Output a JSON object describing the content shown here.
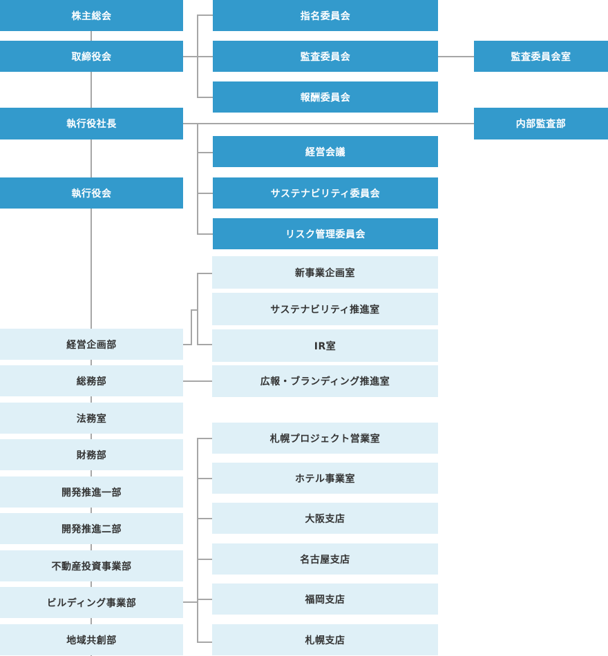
{
  "governance": {
    "shareholders_meeting": "株主総会",
    "board_of_directors": "取締役会",
    "president": "執行役社長",
    "executive_officers": "執行役会"
  },
  "committees": {
    "nomination": "指名委員会",
    "audit": "監査委員会",
    "compensation": "報酬委員会",
    "audit_office": "監査委員会室",
    "internal_audit": "内部監査部"
  },
  "executive_bodies": {
    "management_meeting": "経営会議",
    "sustainability_committee": "サステナビリティ委員会",
    "risk_committee": "リスク管理委員会"
  },
  "departments": [
    "経営企画部",
    "総務部",
    "法務室",
    "財務部",
    "開発推進一部",
    "開発推進二部",
    "不動産投資事業部",
    "ビルディング事業部",
    "地域共創部"
  ],
  "planning_sub_offices": [
    "新事業企画室",
    "サステナビリティ推進室",
    "IR室"
  ],
  "general_affairs_sub_office": "広報・ブランディング推進室",
  "building_sub_offices": [
    "札幌プロジェクト営業室",
    "ホテル事業室",
    "大阪支店",
    "名古屋支店",
    "福岡支店",
    "札幌支店"
  ],
  "colors": {
    "primary": "#339acc",
    "secondary": "#dff0f7",
    "connector": "#a6a6a6"
  }
}
